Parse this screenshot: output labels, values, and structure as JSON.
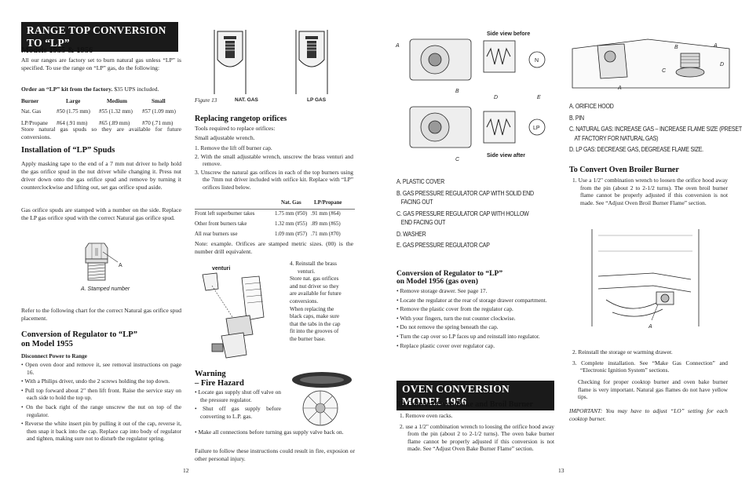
{
  "left": {
    "banner": "RANGE TOP CONVERSION TO “LP”",
    "models_heading": "Models 1955 & 1956",
    "intro": "All our ranges are factory set to burn natural gas unless “LP” is specified. To use the range on “LP” gas, do the following:",
    "order_bold": "Order an “LP” kit from the factory.",
    "order_rest": " $35 UPS included.",
    "burner_table": {
      "headers": [
        "Burner",
        "Large",
        "Medium",
        "Small"
      ],
      "rows": [
        [
          "Nat. Gas",
          "#50 (1.75 mm)",
          "#55 (1.32 mm)",
          "#57 (1.09 mm)"
        ],
        [
          "LP/Propane",
          "#64 (.91 mm)",
          "#65 (.89 mm)",
          "#70 (.71 mm)"
        ]
      ]
    },
    "store_text": "Store natural gas spuds so they are available for future conversions.",
    "spuds_heading": "Installation of “LP” Spuds",
    "spuds_p1": "Apply masking tape to the end of a 7 mm nut driver to help hold the gas orifice spud in the nut driver while changing it. Press nut driver down onto the gas orifice spud and remove by turning it counterclockwise and lifting out, set gas orifice spud aside.",
    "spuds_p2": "Gas orifice spuds are stamped with a number on the side. Replace the LP gas orifice spud with the correct Natural gas orifice spud.",
    "spud_label_a": "A",
    "spud_caption": "A. Stamped number",
    "refer_text": "Refer to the following chart for the correct Natural gas orifice spud placement.",
    "reg1955_heading_1": "Conversion of Regulator to “LP”",
    "reg1955_heading_2": "on Model 1955",
    "disconnect": "Disconnect Power to Range",
    "reg1955_bullets": [
      "Open oven door and remove it, see removal instructions on page 16.",
      "With a Philips driver, undo the 2 screws holding the top down.",
      "Pull top forward about 2\" then lift front. Raise the service stay on each side to hold the top up.",
      "On the back right of the range unscrew the nut on top of the regulator.",
      "Reverse the white insert pin by pulling it out of the cap, reverse it, then snap it back into the cap. Replace cap into body of regulator and tighten, making sure not to disturb the regulator spring."
    ],
    "page_num": "12"
  },
  "middle": {
    "figure_label": "Figure 13",
    "fig_nat": "NAT. GAS",
    "fig_lp": "LP GAS",
    "orifices_heading": "Replacing rangetop orifices",
    "tools": "Tools required to replace orifices:",
    "wrench": "Small adjustable wrench.",
    "steps": [
      "1. Remove the lift off burner cap.",
      "2. With the small adjustable wrench, unscrew the brass venturi and remove.",
      "3. Unscrew the natural gas orifices in each of the top burners using the 7mm nut driver included with orifice kit. Replace with “LP” orifices listed below."
    ],
    "orifice_table": {
      "headers": [
        "",
        "Nat. Gas",
        "LP/Propane"
      ],
      "rows": [
        [
          "Front left superburner takes",
          "1.75 mm (#50)",
          ".91 mm (#64)"
        ],
        [
          "Other front burners take",
          "1.32 mm (#55)",
          ".89 mm (#65)"
        ],
        [
          "All rear burners use",
          "1.09 mm (#57)",
          ".71 mm (#70)"
        ]
      ]
    },
    "note": "Note: example. Orifices are stamped metric sizes. (00) is the number drill equivalent.",
    "venturi_label": "venturi",
    "step4_lines": [
      "4. Reinstall the brass",
      "venturi.",
      "Store nat. gas orifices",
      "and nut driver so they",
      "are available for future",
      "conversions.",
      "When replacing the",
      "black caps, make sure",
      "that the tabs in the cap",
      "fit into the grooves of",
      "the burner base."
    ],
    "warning_1": "Warning",
    "warning_2": "– Fire Hazard",
    "warning_bullets": [
      "Locate gas supply shut off valve on the pressure regulator.",
      "Shut off gas supply before converting to L.P. gas.",
      "Make all connections before turning gas supply valve back on."
    ],
    "failure": "Failure to follow these instructions could result in fire, exposion or other personal injury."
  },
  "right_a": {
    "side_before": "Side view before",
    "side_after": "Side view after",
    "lbl_a": "A",
    "lbl_b": "B",
    "lbl_c": "C",
    "lbl_d": "D",
    "lbl_e": "E",
    "lbl_n": "N",
    "lbl_lp": "LP",
    "legend": [
      "A. PLASTIC COVER",
      "B. GAS PRESSURE REGULATOR CAP WITH SOLID END",
      "FACING OUT",
      "C. GAS PRESSURE REGULATOR CAP WITH HOLLOW",
      "END FACING OUT",
      "D. WASHER",
      "E. GAS PRESSURE REGULATOR CAP"
    ],
    "reg1956_heading_1": "Conversion of Regulator to “LP”",
    "reg1956_heading_2": "on Model 1956 (gas oven)",
    "reg1956_bullets": [
      "Remove storage drawer. See page 17.",
      "Locate the regulator at the rear of storage drawer compartment.",
      "Remove the plastic cover from the regulator cap.",
      "With your fingers, turn the nut counter clockwise.",
      "Do not remove the spring beneath the cap.",
      "Turn the cap over so LP faces up and reinstall into regulator.",
      "Replace plastic cover over regulator cap."
    ],
    "oven_banner": "OVEN CONVERSION MODEL 1956",
    "bake_heading": "To Convert Oven Bake and Broil Burner",
    "bake_steps": [
      "1. Remove oven racks.",
      "2. use a 1/2\" combination wrench to loosing the orifice hood away from the pin (about 2 to 2-1/2 turns). The oven bake burner flame cannot be properly adjusted if this conversion is not made. See “Adjust Oven Bake Burner Flame” section."
    ],
    "page_num": "13"
  },
  "right_b": {
    "fig_b": "B",
    "fig_a": "A",
    "fig_c": "C",
    "fig_d": "D",
    "fig_a2": "A",
    "legend": [
      "A. ORIFICE HOOD",
      "B. PIN",
      "C. NATURAL GAS: INCREASE GAS – INCREASE FLAME SIZE (PRESET",
      "AT FACTORY FOR NATURAL GAS)",
      "D. LP GAS: DECREASE GAS, DEGREASE FLAME SIZE."
    ],
    "broiler_heading": "To Convert Oven Broiler Burner",
    "broiler_step1": "1. Use a 1/2\" combination wrench to loosen the orifice hood away from the pin (about 2 to 2-1/2 turns). The oven broil burner flame cannot be properly adjusted if this conversion is not made. See “Adjust Oven Broil Burner Flame” section.",
    "fig_label_a": "A",
    "step2": "2. Reinstall the storage or warming drawer.",
    "step3": "3. Complete installation. See “Make Gas Connection” and “Electronic Ignition System” sections.",
    "checking": "Checking for proper cooktop burner and oven bake burner flame is very important. Natural gas flames do not have yellow tips.",
    "important": "IMPORTANT: You may have to adjust “LO” setting for each cooktop burner."
  }
}
